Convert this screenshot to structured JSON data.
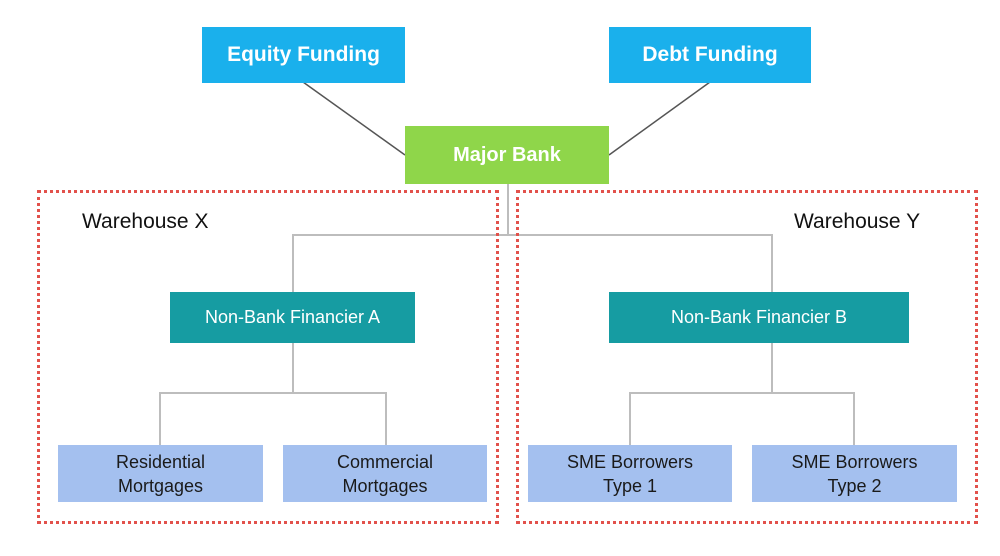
{
  "funding": {
    "equity": "Equity Funding",
    "debt": "Debt Funding"
  },
  "bank": {
    "label": "Major Bank"
  },
  "warehouses": {
    "x": {
      "label": "Warehouse X"
    },
    "y": {
      "label": "Warehouse Y"
    }
  },
  "financiers": {
    "a": "Non-Bank Financier A",
    "b": "Non-Bank Financier B"
  },
  "borrowers": {
    "residential": "Residential\nMortgages",
    "commercial": "Commercial\nMortgages",
    "sme1": "SME Borrowers\nType 1",
    "sme2": "SME Borrowers\nType 2"
  },
  "colors": {
    "funding": "#1ab0ec",
    "bank": "#8fd64a",
    "financier": "#169ca2",
    "borrower": "#a4c0ef",
    "warehouse_border": "#e2514b",
    "connector": "#bdbdbd",
    "funding_connector": "#555555"
  }
}
